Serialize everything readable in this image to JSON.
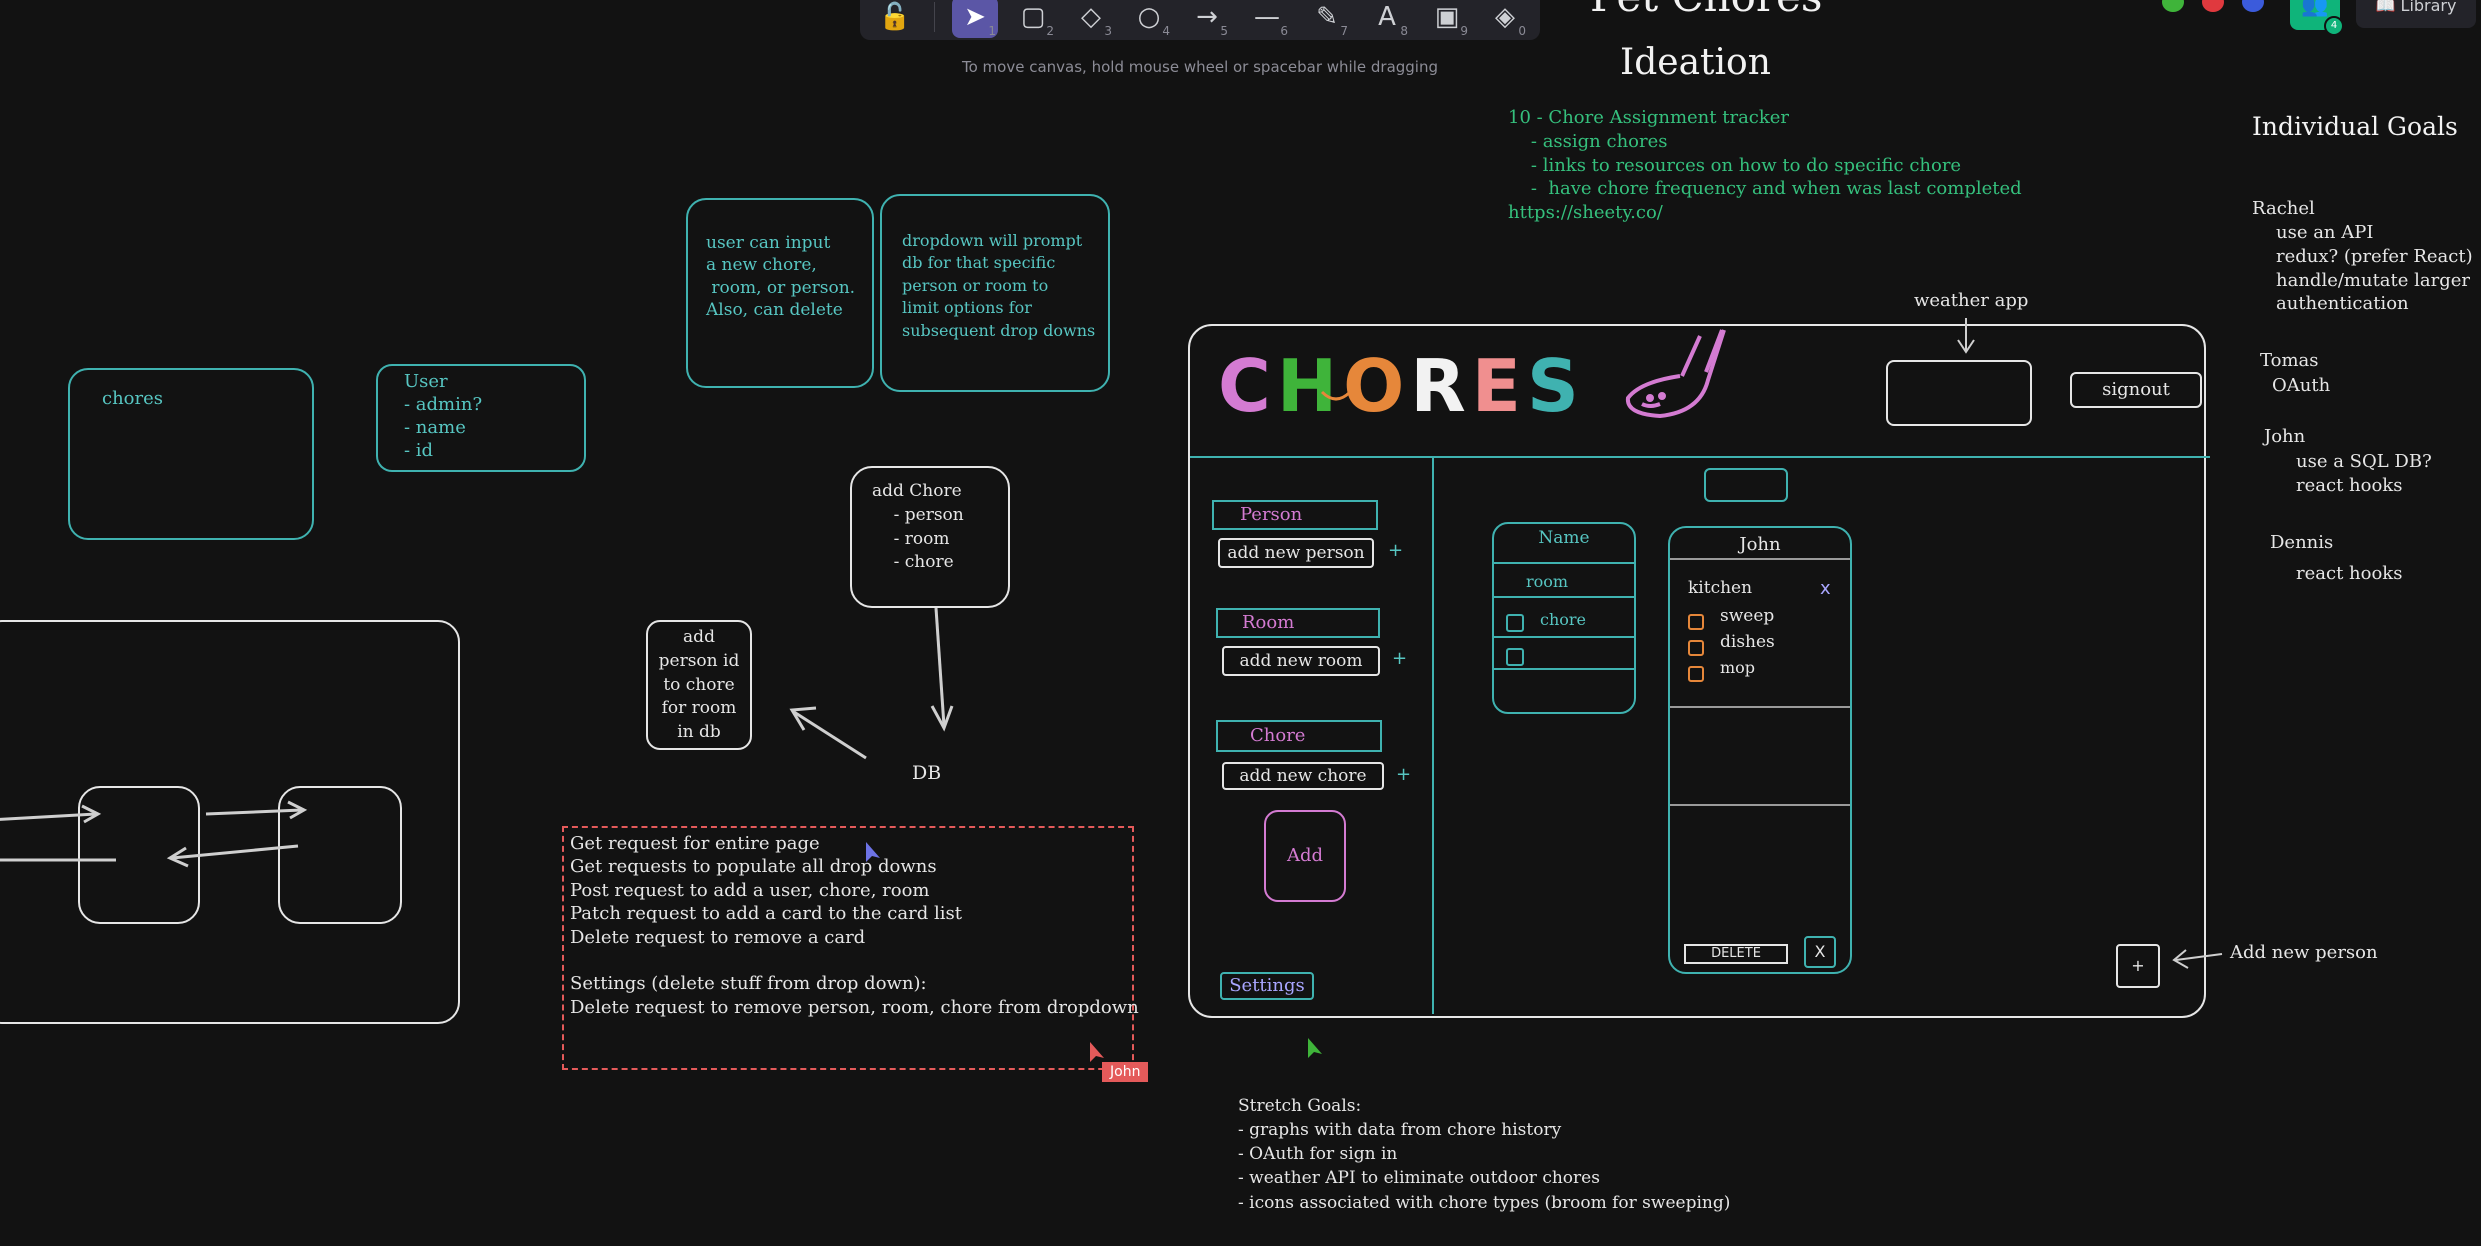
{
  "toolbar": {
    "tools": [
      {
        "name": "lock-tool",
        "glyph": "🔓",
        "num": ""
      },
      {
        "name": "select-tool",
        "glyph": "➤",
        "num": "1"
      },
      {
        "name": "rectangle-tool",
        "glyph": "▢",
        "num": "2"
      },
      {
        "name": "diamond-tool",
        "glyph": "◇",
        "num": "3"
      },
      {
        "name": "ellipse-tool",
        "glyph": "○",
        "num": "4"
      },
      {
        "name": "arrow-tool",
        "glyph": "→",
        "num": "5"
      },
      {
        "name": "line-tool",
        "glyph": "—",
        "num": "6"
      },
      {
        "name": "draw-tool",
        "glyph": "✎",
        "num": "7"
      },
      {
        "name": "text-tool",
        "glyph": "A",
        "num": "8"
      },
      {
        "name": "image-tool",
        "glyph": "▣",
        "num": "9"
      },
      {
        "name": "eraser-tool",
        "glyph": "◈",
        "num": "0"
      }
    ],
    "hint": "To move canvas, hold mouse wheel or spacebar while dragging"
  },
  "topright": {
    "library_label": "Library",
    "collaborator_count": "4",
    "colors": {
      "green": "#3fb43a",
      "red": "#e0393e",
      "blue": "#3b5bdb",
      "accent": "#0fb47a"
    }
  },
  "canvas": {
    "partial_title": "Pet Chores",
    "ideation_title": "Ideation",
    "ideation_lines": "10 - Chore Assignment tracker\n    - assign chores\n    - links to resources on how to do specific chore\n    -  have chore frequency and when was last completed\nhttps://sheety.co/",
    "goals_title": "Individual Goals",
    "goals": [
      {
        "name": "Rachel",
        "items": "use an API\nredux? (prefer React)\nhandle/mutate larger\nauthentication"
      },
      {
        "name": "Tomas",
        "items": "OAuth"
      },
      {
        "name": "John",
        "items": "use a SQL DB?\nreact hooks"
      },
      {
        "name": "Dennis",
        "items": "react hooks"
      }
    ],
    "chores_label": "chores",
    "user_box": "User\n- admin?\n- name\n- id",
    "input_note": "user can input\na new chore,\n room, or person.\nAlso, can delete",
    "dropdown_note": "dropdown will prompt\ndb for that specific\nperson or room to\nlimit options for\nsubsequent drop downs",
    "add_chore_box": "add Chore\n    - person\n    - room\n    - chore",
    "add_person_box": "add\nperson id\nto chore\nfor room\nin db",
    "db_label": "DB",
    "requests": "Get request for entire page\nGet requests to populate all drop downs\nPost request to add a user, chore, room\nPatch request to add a card to the card list\nDelete request to remove a card\n\nSettings (delete stuff from drop down):\nDelete request to remove person, room, chore from dropdown",
    "john_tag": "John",
    "weather_app_label": "weather app",
    "add_new_person_label": "Add new person",
    "stretch_goals": "Stretch Goals:\n- graphs with data from chore history\n- OAuth for sign in\n- weather API to eliminate outdoor chores\n- icons associated with chore types (broom for sweeping)"
  },
  "mockup": {
    "logo_letters": [
      {
        "ch": "C",
        "color": "#d47bd2"
      },
      {
        "ch": "H",
        "color": "#3fb43a"
      },
      {
        "ch": "O",
        "color": "#e6873a"
      },
      {
        "ch": "R",
        "color": "#f2f2f2"
      },
      {
        "ch": "E",
        "color": "#f08f8f"
      },
      {
        "ch": "S",
        "color": "#3fb2b0"
      }
    ],
    "signout_label": "signout",
    "person_label": "Person",
    "add_new_person": "add new person",
    "room_label": "Room",
    "add_new_room": "add new room",
    "chore_label": "Chore",
    "add_new_chore": "add new chore",
    "add_button": "Add",
    "settings_label": "Settings",
    "plus": "+",
    "card_template": {
      "name": "Name",
      "room": "room",
      "chore": "chore"
    },
    "card_john": {
      "name": "John",
      "room": "kitchen",
      "close": "x",
      "chores": [
        "sweep",
        "dishes",
        "mop"
      ],
      "delete_label": "DELETE",
      "x_label": "X"
    },
    "add_card_plus": "+"
  }
}
